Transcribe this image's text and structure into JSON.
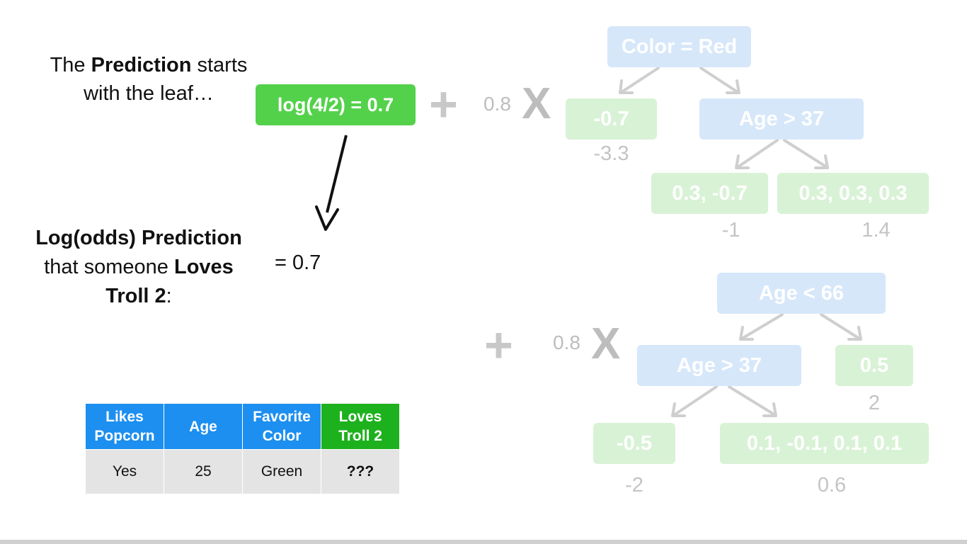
{
  "intro": {
    "text_start": "The ",
    "text_bold": "Prediction",
    "text_end": " starts",
    "line2": "with the leaf…"
  },
  "initial_leaf": {
    "label": "log(4/2) = 0.7"
  },
  "prediction": {
    "line1_bold": "Log(odds) Prediction",
    "line2_start": "that someone ",
    "line2_bold": "Loves",
    "line3_bold": "Troll 2",
    "line3_end": ":",
    "value": "= 0.7"
  },
  "tree1": {
    "plus": "+",
    "learning_rate": "0.8",
    "times": "X",
    "root": "Color = Red",
    "left_leaf": "-0.7",
    "left_output": "-3.3",
    "right_node": "Age > 37",
    "rl_leaf": "0.3, -0.7",
    "rl_output": "-1",
    "rr_leaf": "0.3, 0.3, 0.3",
    "rr_output": "1.4"
  },
  "tree2": {
    "plus": "+",
    "learning_rate": "0.8",
    "times": "X",
    "root": "Age < 66",
    "left_node": "Age > 37",
    "right_leaf": "0.5",
    "right_output": "2",
    "ll_leaf": "-0.5",
    "ll_output": "-2",
    "lr_leaf": "0.1, -0.1, 0.1, 0.1",
    "lr_output": "0.6"
  },
  "table": {
    "headers": [
      "Likes\nPopcorn",
      "Age",
      "Favorite\nColor",
      "Loves\nTroll 2"
    ],
    "row": [
      "Yes",
      "25",
      "Green",
      "???"
    ]
  },
  "colors": {
    "leaf_green": "#54d14b",
    "header_blue": "#1c8ff0",
    "header_green": "#1eb11e",
    "faded_blue": "#d6e7fa",
    "faded_green": "#d8f2d5"
  }
}
